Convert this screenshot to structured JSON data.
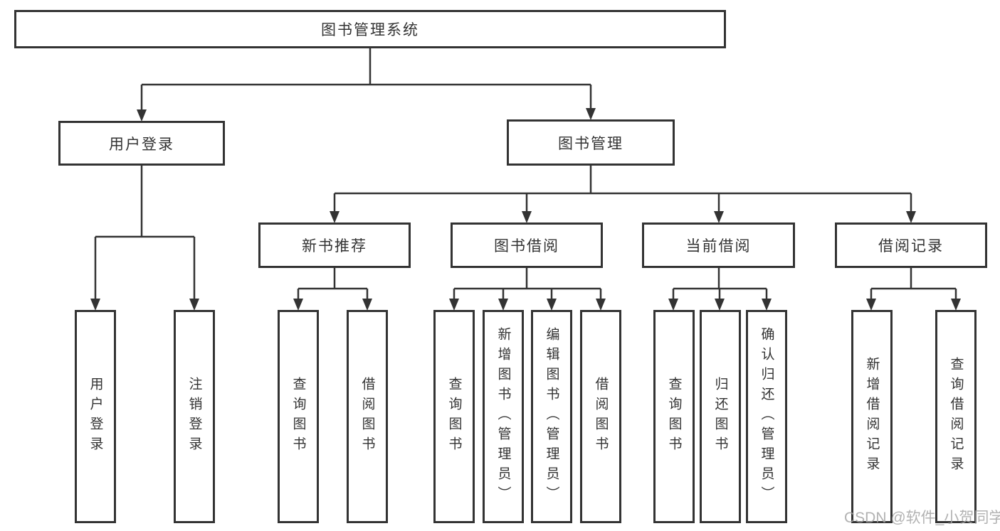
{
  "diagram": {
    "root": {
      "label": "图书管理系统"
    },
    "level2": {
      "user_login": {
        "label": "用户登录"
      },
      "book_management": {
        "label": "图书管理"
      }
    },
    "level3": {
      "new_book_recommend": {
        "label": "新书推荐"
      },
      "book_borrow": {
        "label": "图书借阅"
      },
      "current_borrow": {
        "label": "当前借阅"
      },
      "borrow_records": {
        "label": "借阅记录"
      }
    },
    "leaves": {
      "user_login": [
        "用户登录",
        "注销登录"
      ],
      "new_book_recommend": [
        "查询图书",
        "借阅图书"
      ],
      "book_borrow": [
        "查询图书",
        "新增图书（管理员）",
        "编辑图书（管理员）",
        "借阅图书"
      ],
      "current_borrow": [
        "查询图书",
        "归还图书",
        "确认归还（管理员）"
      ],
      "borrow_records": [
        "新增借阅记录",
        "查询借阅记录"
      ]
    }
  },
  "watermark": {
    "text": "CSDN @软件_小贺同学"
  },
  "colors": {
    "line": "#333333",
    "box_fill": "#ffffff",
    "text": "#333333",
    "watermark": "#a5a5a5"
  }
}
